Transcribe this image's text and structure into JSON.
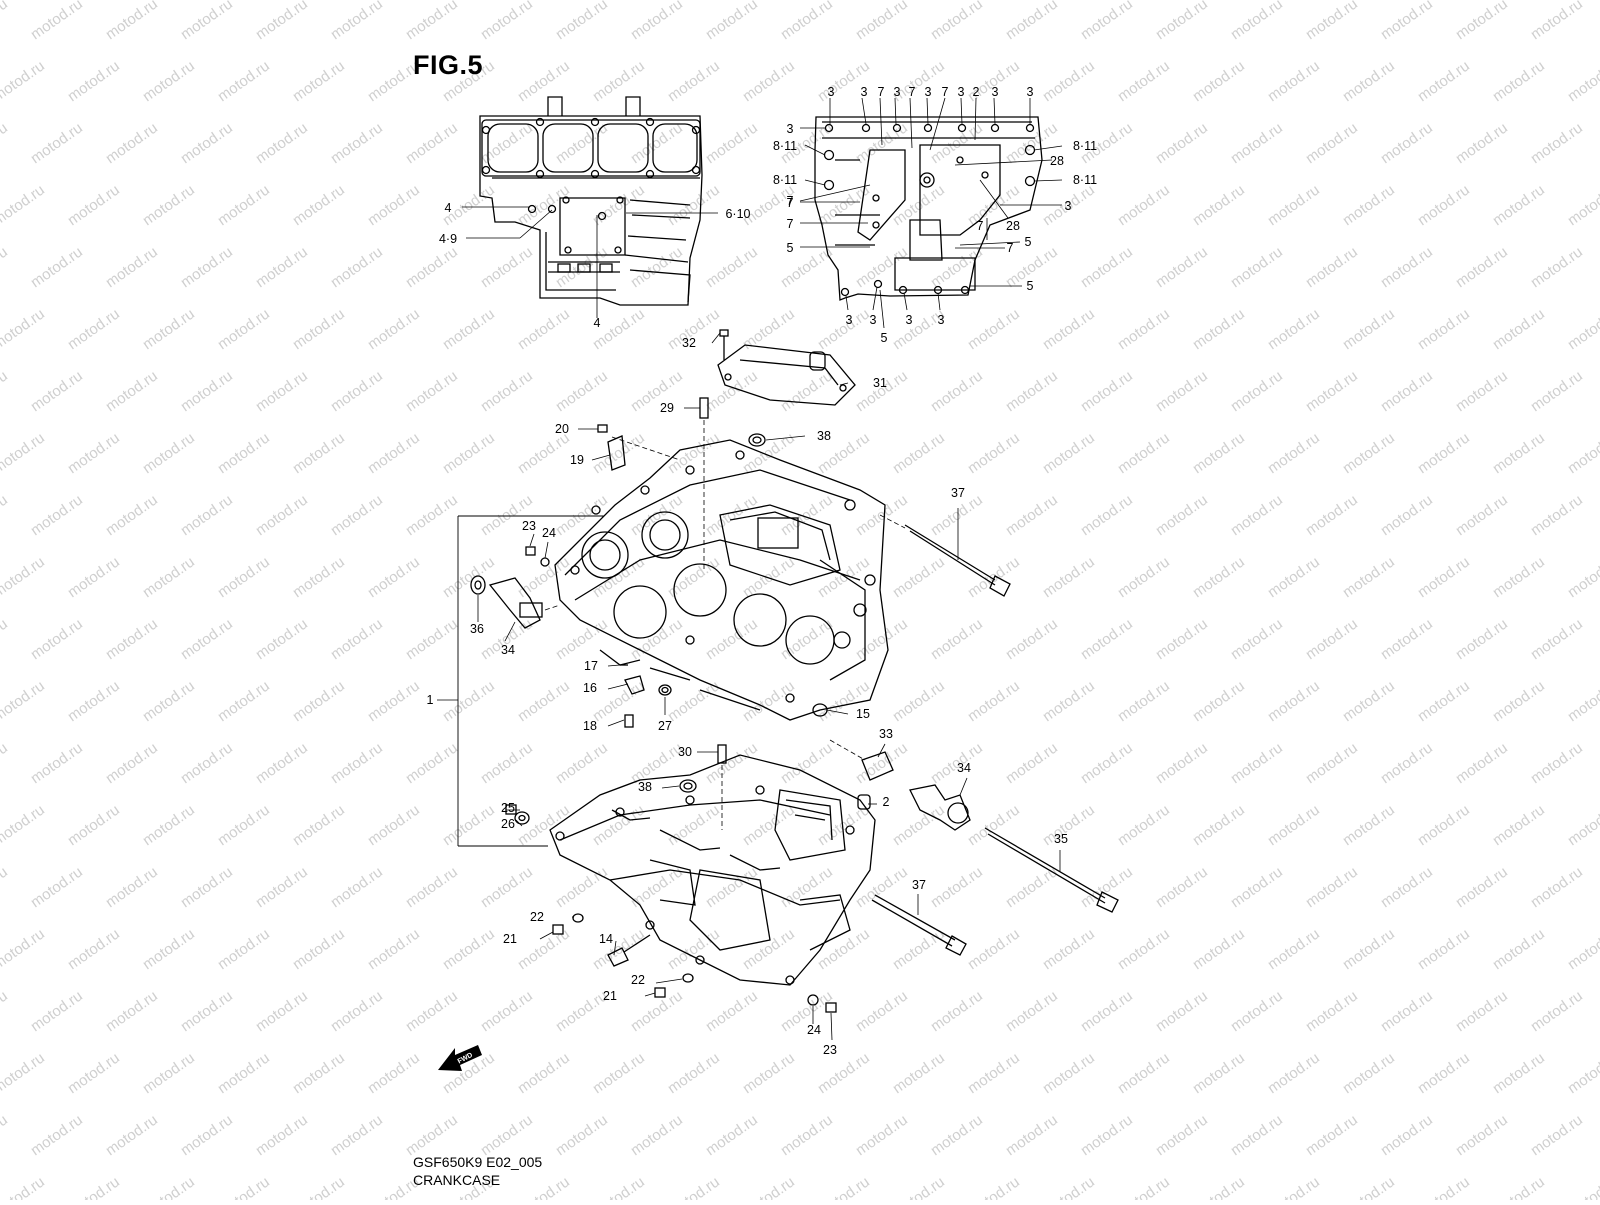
{
  "figure": {
    "title": "FIG.5",
    "model_code": "GSF650K9 E02_005",
    "caption": "CRANKCASE",
    "watermark": "motod.ru",
    "fwd_label": "FWD"
  },
  "callouts": {
    "top_left": [
      "4",
      "4·9",
      "4",
      "6·10"
    ],
    "top_right_top_row": [
      "3",
      "3",
      "7",
      "3",
      "7",
      "3",
      "7",
      "3",
      "2",
      "3",
      "3"
    ],
    "top_right_left": [
      "3",
      "8·11",
      "8·11",
      "7",
      "7",
      "7",
      "5"
    ],
    "top_right_right": [
      "8·11",
      "28",
      "8·11",
      "28",
      "3",
      "7",
      "5",
      "7",
      "5"
    ],
    "top_right_bottom": [
      "3",
      "3",
      "5",
      "3",
      "3"
    ],
    "main": [
      "1",
      "2",
      "14",
      "15",
      "16",
      "17",
      "18",
      "19",
      "20",
      "21",
      "21",
      "22",
      "22",
      "23",
      "24",
      "23",
      "24",
      "25",
      "26",
      "27",
      "29",
      "30",
      "31",
      "32",
      "33",
      "34",
      "34",
      "35",
      "36",
      "37",
      "37",
      "38",
      "38"
    ]
  }
}
